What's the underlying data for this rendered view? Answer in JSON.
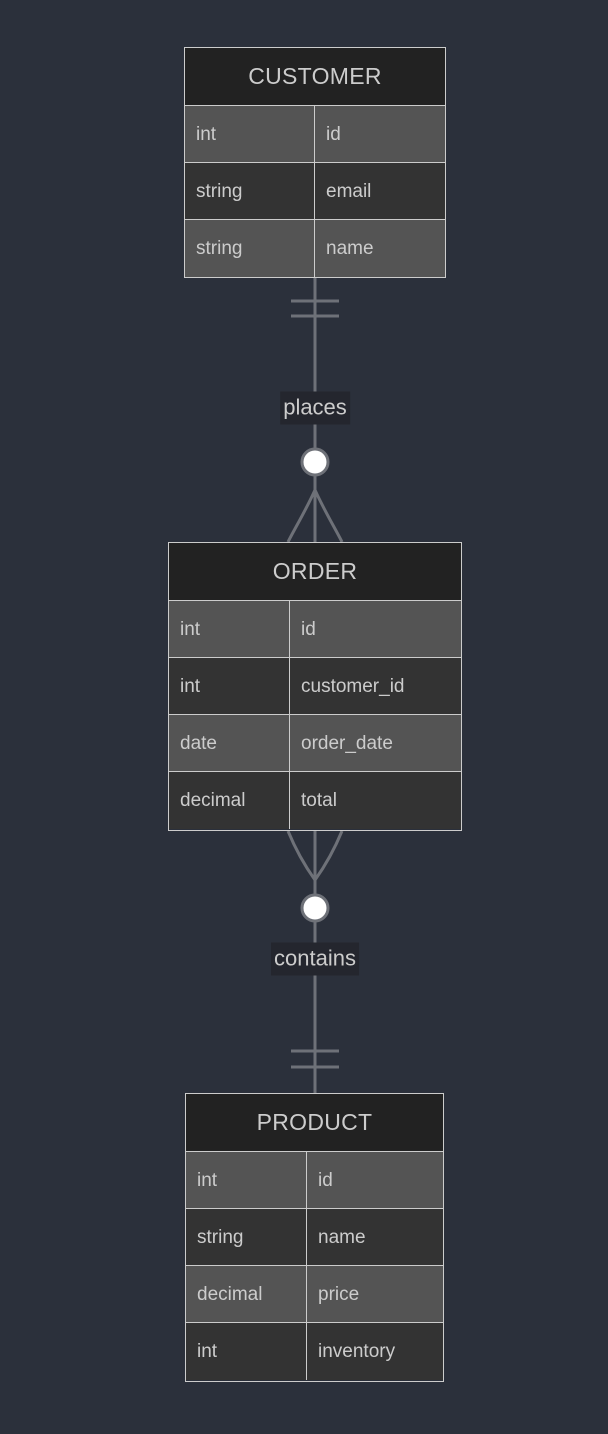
{
  "diagram": {
    "kind": "entity-relationship-diagram",
    "notation": "crow's-foot",
    "background_color": "#2b303b",
    "line_color": "#6e7178",
    "border_color": "#cccccc",
    "text_color": "#cccccc",
    "header_background": "#222222",
    "row_color_odd": "#545454",
    "row_color_even": "#333333",
    "marker_fill": "#ffffff"
  },
  "entities": [
    {
      "id": "customer",
      "title": "CUSTOMER",
      "attributes": [
        {
          "type": "int",
          "name": "id"
        },
        {
          "type": "string",
          "name": "email"
        },
        {
          "type": "string",
          "name": "name"
        }
      ]
    },
    {
      "id": "order",
      "title": "ORDER",
      "attributes": [
        {
          "type": "int",
          "name": "id"
        },
        {
          "type": "int",
          "name": "customer_id"
        },
        {
          "type": "date",
          "name": "order_date"
        },
        {
          "type": "decimal",
          "name": "total"
        }
      ]
    },
    {
      "id": "product",
      "title": "PRODUCT",
      "attributes": [
        {
          "type": "int",
          "name": "id"
        },
        {
          "type": "string",
          "name": "name"
        },
        {
          "type": "decimal",
          "name": "price"
        },
        {
          "type": "int",
          "name": "inventory"
        }
      ]
    }
  ],
  "relationships": [
    {
      "id": "places",
      "label": "places",
      "from": "customer",
      "to": "order",
      "from_cardinality": "exactly-one",
      "to_cardinality": "zero-or-many"
    },
    {
      "id": "contains",
      "label": "contains",
      "from": "order",
      "to": "product",
      "from_cardinality": "zero-or-many",
      "to_cardinality": "exactly-one"
    }
  ]
}
